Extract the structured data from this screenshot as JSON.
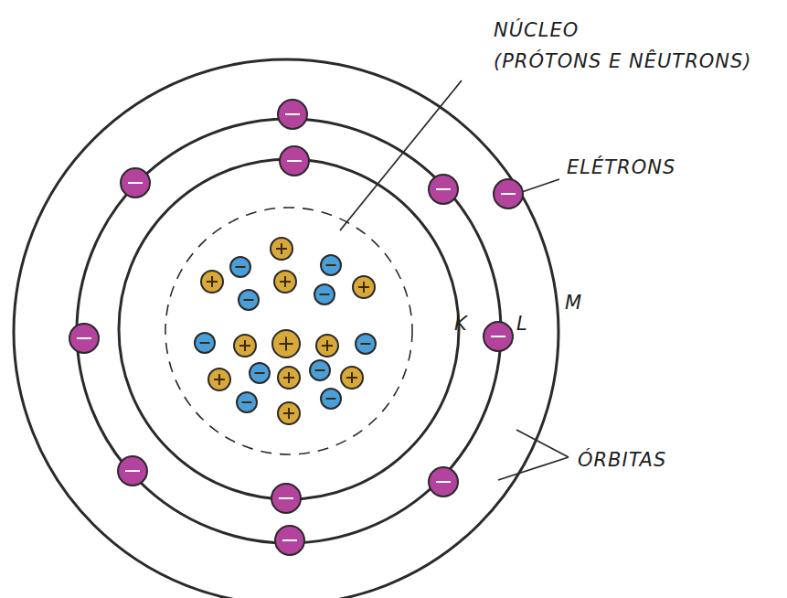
{
  "diagram": {
    "labels": [
      "NÚCLEO",
      "(PRÓTONS E NÊUTRONS)",
      "ELÉTRONS",
      "K",
      "L",
      "M",
      "ÓRBITAS"
    ]
  }
}
